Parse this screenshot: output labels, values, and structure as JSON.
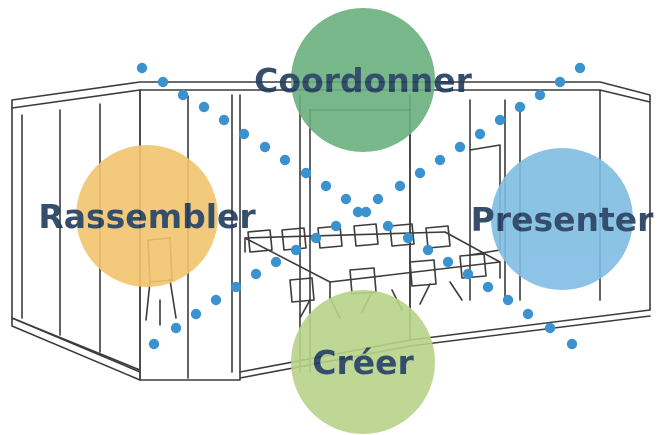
{
  "diagram": {
    "nodes": [
      {
        "id": "coordonner",
        "label": "Coordonner",
        "color": "#6ab07d",
        "text_color": "#1f3b5c"
      },
      {
        "id": "rassembler",
        "label": "Rassembler",
        "color": "#f2c46e",
        "text_color": "#1f3b5c"
      },
      {
        "id": "presenter",
        "label": "Presenter",
        "color": "#7fbde3",
        "text_color": "#1f3b5c"
      },
      {
        "id": "creer",
        "label": "Créer",
        "color": "#b7d38a",
        "text_color": "#1f3b5c"
      }
    ],
    "connector_style": "dotted",
    "dot_color": "#3a93cf",
    "background_sketch": "glass meeting room with conference table and chairs"
  }
}
